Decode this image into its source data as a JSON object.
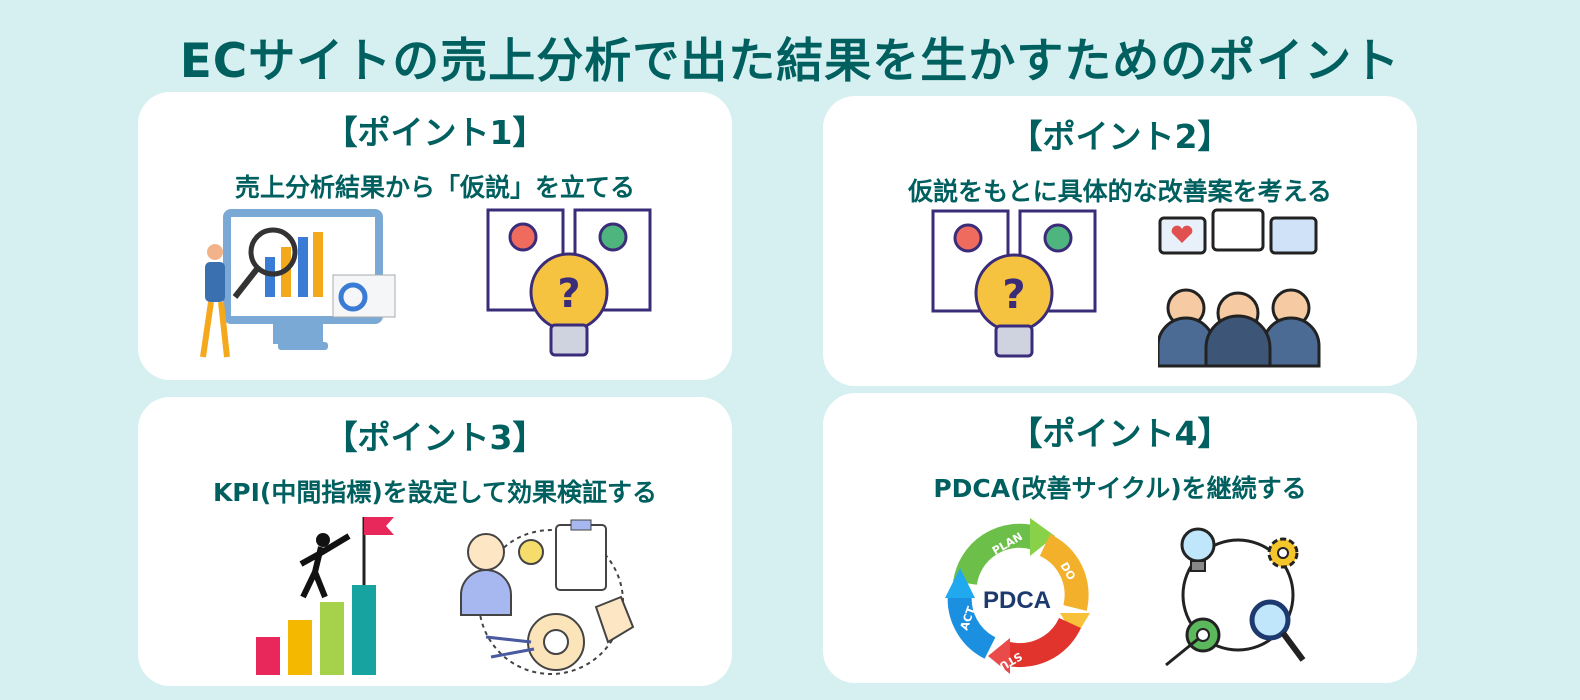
{
  "title": "ECサイトの売上分析で出た結果を生かすためのポイント",
  "points": [
    {
      "label": "【ポイント1】",
      "text": "売上分析結果から「仮説」を立てる"
    },
    {
      "label": "【ポイント2】",
      "text": "仮説をもとに具体的な改善案を考える"
    },
    {
      "label": "【ポイント3】",
      "text": "KPI(中間指標)を設定して効果検証する"
    },
    {
      "label": "【ポイント4】",
      "text": "PDCA(改善サイクル)を継続する"
    }
  ],
  "pdca": {
    "center": "PDCA",
    "plan": "PLAN",
    "do": "DO",
    "study": "STUDY",
    "act": "ACT"
  },
  "colors": {
    "background": "#d6eff0",
    "text": "#005f5f",
    "card": "#ffffff"
  }
}
